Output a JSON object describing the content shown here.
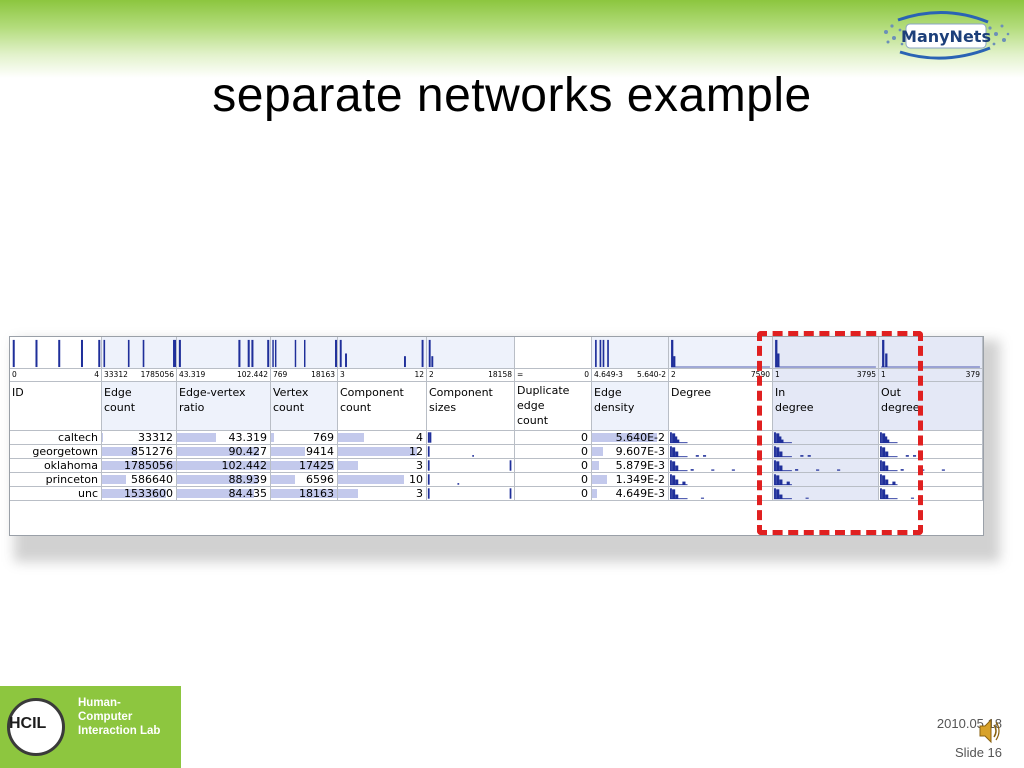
{
  "slide": {
    "title": "separate networks example",
    "date": "2010.05.18",
    "slide_number": "Slide 16",
    "logo_text": "ManyNets",
    "lab_logo": "HCIL",
    "lab_name": [
      "Human-",
      "Computer",
      "Interaction Lab"
    ]
  },
  "table": {
    "ranges": [
      {
        "lo": "0",
        "hi": "4"
      },
      {
        "lo": "33312",
        "hi": "1785056"
      },
      {
        "lo": "43.319",
        "hi": "102.442"
      },
      {
        "lo": "769",
        "hi": "18163"
      },
      {
        "lo": "3",
        "hi": "12"
      },
      {
        "lo": "2",
        "hi": "18158"
      },
      {
        "lo": "=",
        "hi": "0"
      },
      {
        "lo": "4.649-3",
        "hi": "5.640-2"
      },
      {
        "lo": "2",
        "hi": "7590"
      },
      {
        "lo": "1",
        "hi": "3795"
      },
      {
        "lo": "1",
        "hi": "379"
      }
    ],
    "headers": [
      [
        "ID"
      ],
      [
        "Edge",
        "count"
      ],
      [
        "Edge-vertex",
        "ratio"
      ],
      [
        "Vertex",
        "count"
      ],
      [
        "Component",
        "count"
      ],
      [
        "Component",
        "sizes"
      ],
      [
        "Duplicate",
        "edge",
        "count"
      ],
      [
        "Edge",
        "density"
      ],
      [
        "Degree"
      ],
      [
        "In",
        "degree"
      ],
      [
        "Out",
        "degree"
      ]
    ],
    "rows": [
      {
        "id": "caltech",
        "edge_count": "33312",
        "ratio": "43.319",
        "vertex_count": "769",
        "components": "4",
        "duplicates": "0",
        "density": "5.640E-2"
      },
      {
        "id": "georgetown",
        "edge_count": "851276",
        "ratio": "90.427",
        "vertex_count": "9414",
        "components": "12",
        "duplicates": "0",
        "density": "9.607E-3"
      },
      {
        "id": "oklahoma",
        "edge_count": "1785056",
        "ratio": "102.442",
        "vertex_count": "17425",
        "components": "3",
        "duplicates": "0",
        "density": "5.879E-3"
      },
      {
        "id": "princeton",
        "edge_count": "586640",
        "ratio": "88.939",
        "vertex_count": "6596",
        "components": "10",
        "duplicates": "0",
        "density": "1.349E-2"
      },
      {
        "id": "unc",
        "edge_count": "1533600",
        "ratio": "84.435",
        "vertex_count": "18163",
        "components": "3",
        "duplicates": "0",
        "density": "4.649E-3"
      }
    ]
  },
  "colors": {
    "bar": "#c3c9ec",
    "hist": "#1f2f9a",
    "highlight": "#e02020",
    "green": "#8dc63f"
  }
}
